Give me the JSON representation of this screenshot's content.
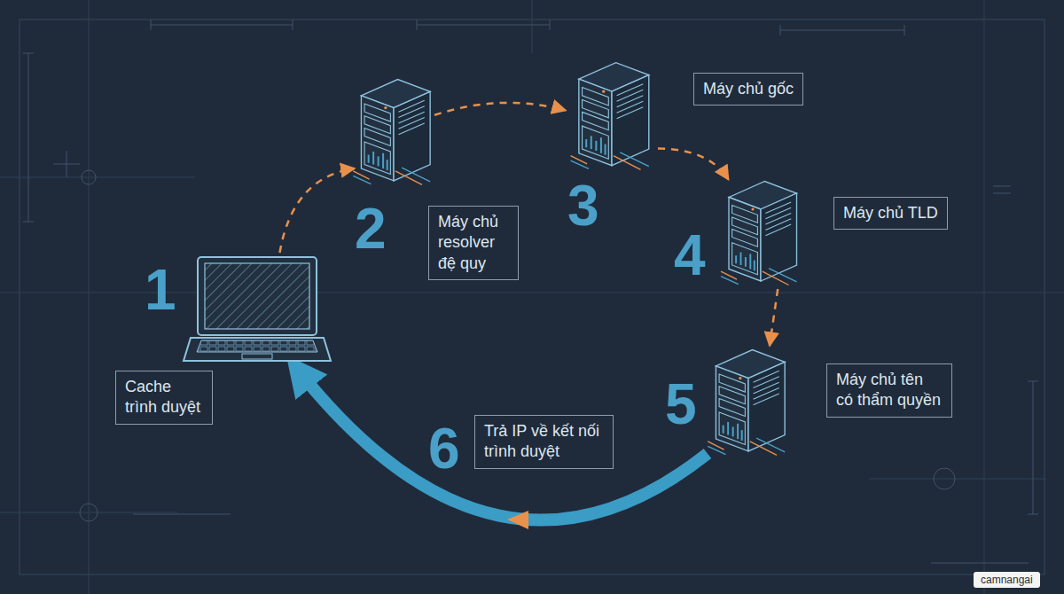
{
  "diagram": {
    "nodes": [
      {
        "text": [
          "1",
          "Cache trình duyệt"
        ]
      },
      {
        "text": [
          "2",
          "Máy chủ resolver đệ quy"
        ]
      },
      {
        "text": [
          "3",
          "Máy chủ gốc"
        ]
      },
      {
        "text": [
          "4",
          "Máy chủ TLD"
        ]
      },
      {
        "text": [
          "5",
          "Máy chủ tên có thẩm quyền"
        ]
      }
    ],
    "edges": [
      {
        "from": 0,
        "to": 1,
        "arrow": "to"
      },
      {
        "from": 1,
        "to": 2,
        "arrow": "to"
      },
      {
        "from": 2,
        "to": 3,
        "arrow": "to"
      },
      {
        "from": 3,
        "to": 4,
        "arrow": "to"
      },
      {
        "from": 4,
        "to": 0,
        "arrow": "to",
        "label": "Trả IP về kết nối trình duyệt"
      }
    ],
    "labels": [
      "6",
      "camnangai"
    ]
  }
}
